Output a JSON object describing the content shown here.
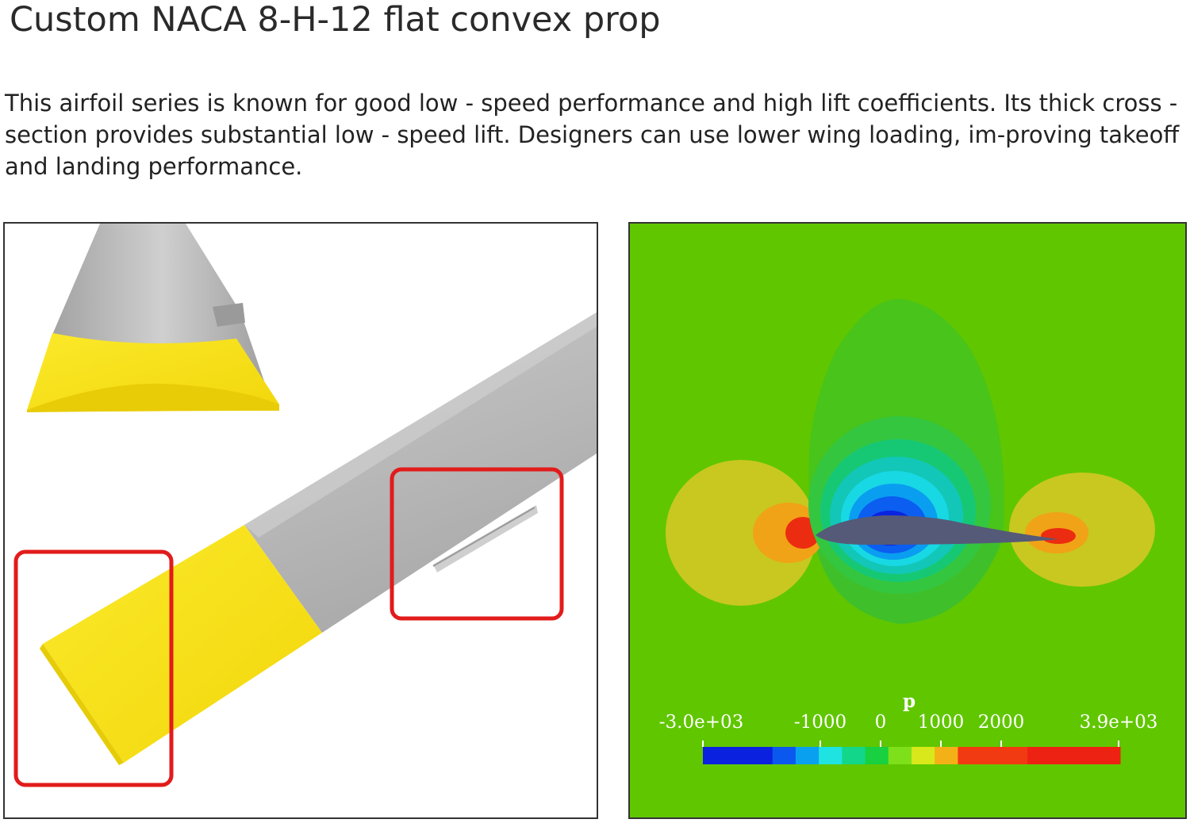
{
  "title": "Custom NACA 8-H-12 flat convex prop",
  "description": "This airfoil series is known for good low - speed performance and high lift coefficients. Its thick cross - section provides substantial low - speed lift. Designers can use lower wing loading, im-proving takeoff and landing performance.",
  "left_panel": {
    "highlight_color": "#e21b1b",
    "blade_tip_color": "#f7e21a",
    "blade_body_color": "#bdbdbd"
  },
  "right_panel": {
    "background_color": "#60c600",
    "colorbar": {
      "title": "p",
      "labels": [
        "-3.0e+03",
        "-1000",
        "0",
        "1000",
        "2000",
        "3.9e+03"
      ],
      "colors": [
        "#0a22e0",
        "#0a22e0",
        "#0b58ee",
        "#0aa0f0",
        "#1fe3e0",
        "#12d68a",
        "#18d040",
        "#7ee01a",
        "#d8e81a",
        "#f4b017",
        "#f23a12",
        "#ee2212"
      ]
    }
  }
}
